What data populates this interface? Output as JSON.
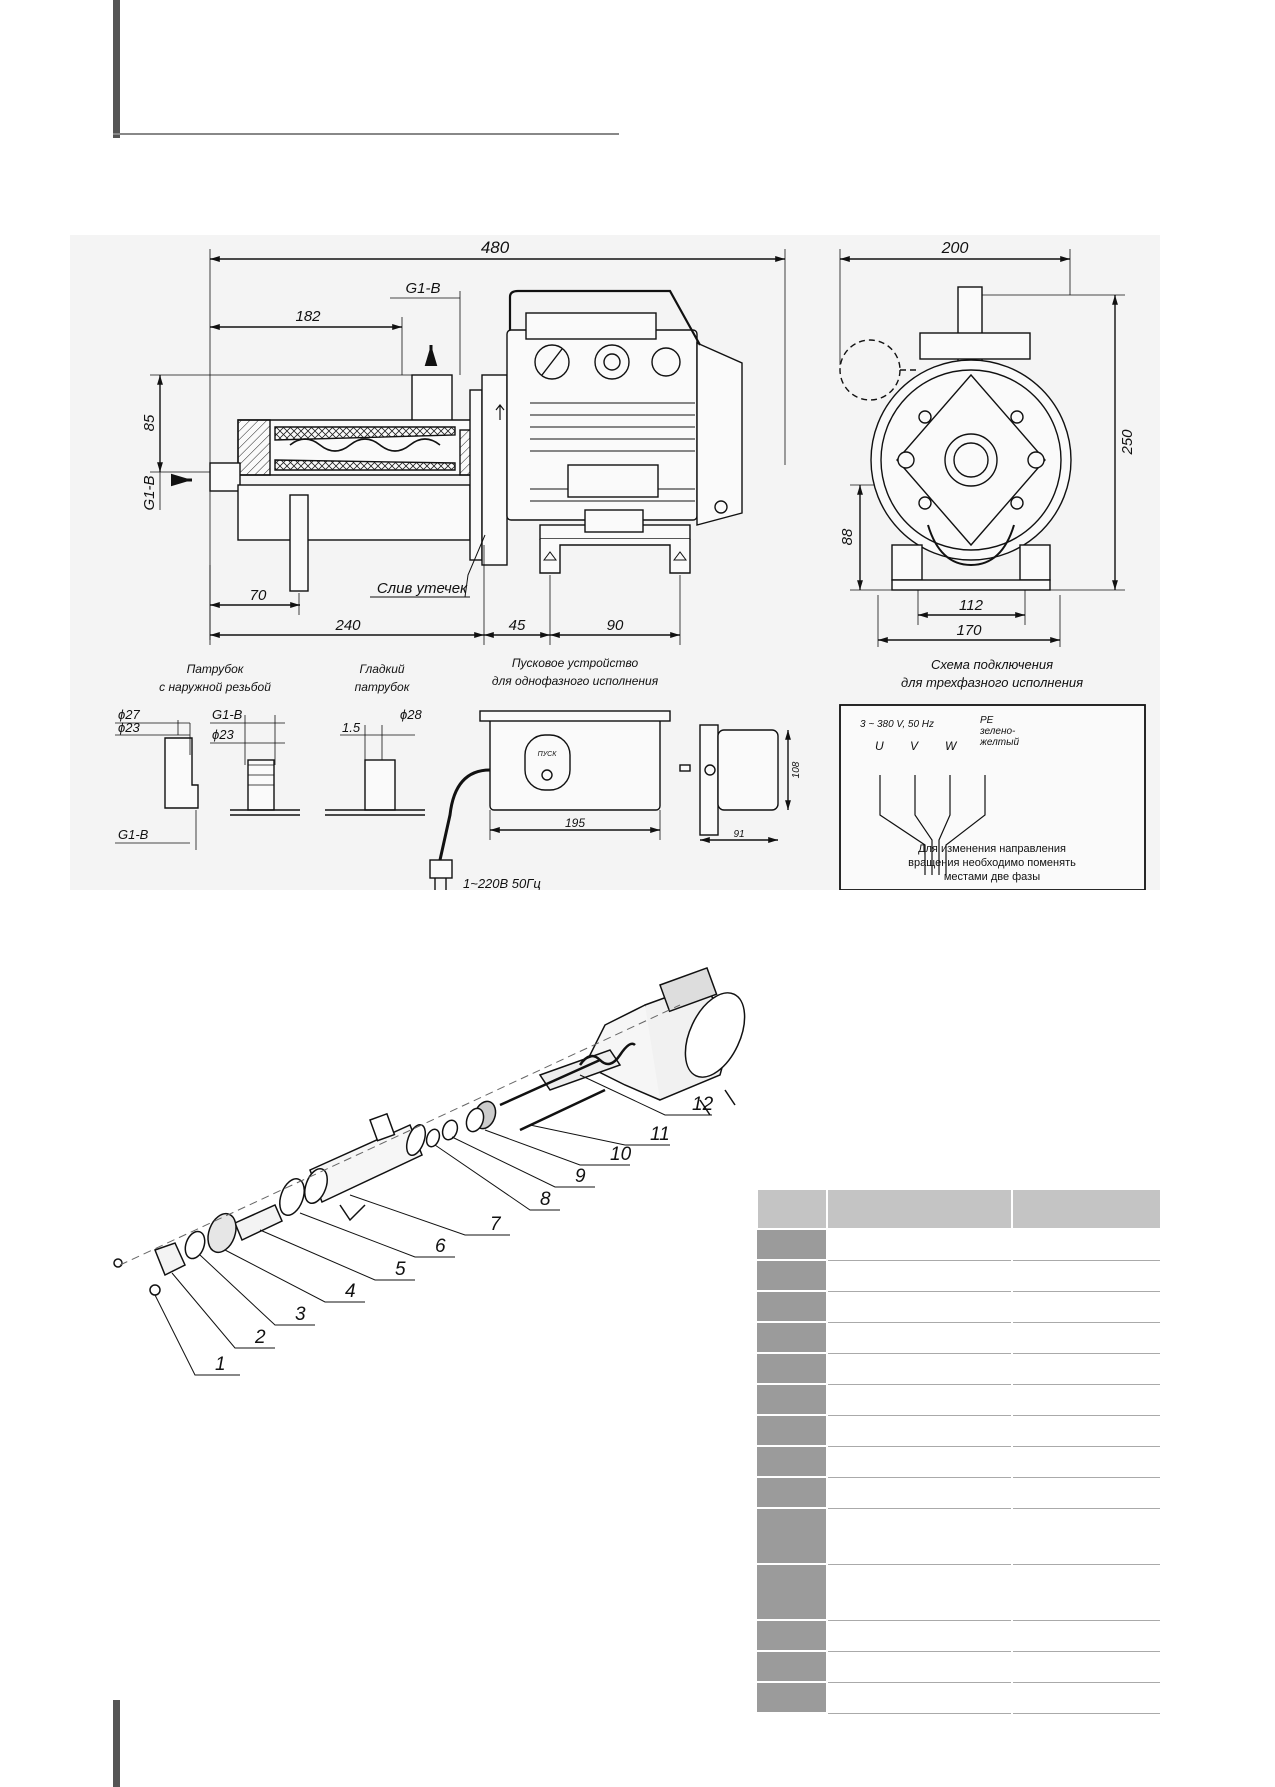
{
  "dimensions": {
    "overall_length": "480",
    "to_outlet": "182",
    "outlet_thread": "G1-B",
    "height_85": "85",
    "inlet_thread": "G1-B",
    "leak_drain": "Слив утечек",
    "d70": "70",
    "d240": "240",
    "d45": "45",
    "d90": "90",
    "width": "200",
    "height": "250",
    "height_88": "88",
    "d112": "112",
    "d170": "170"
  },
  "details": {
    "threaded_title_1": "Патрубок",
    "threaded_title_2": "с наружной резьбой",
    "phi27": "ϕ27",
    "phi23": "ϕ23",
    "g1b_a": "G1-B",
    "phi23_b": "ϕ23",
    "g1b_bottom": "G1-B",
    "smooth_title_1": "Гладкий",
    "smooth_title_2": "патрубок",
    "d1_5": "1.5",
    "phi28": "ϕ28",
    "starter_title_1": "Пусковое устройство",
    "starter_title_2": "для однофазного исполнения",
    "starter_button": "ПУСК",
    "d195": "195",
    "d108": "108",
    "d91": "91",
    "power": "1~220В 50Гц",
    "scheme_title_1": "Схема подключения",
    "scheme_title_2": "для трехфазного исполнения",
    "supply": "3 ~ 380 V, 50 Hz",
    "pe_1": "PE",
    "pe_2": "зелено-",
    "pe_3": "желтый",
    "phase_u": "U",
    "phase_v": "V",
    "phase_w": "W",
    "note_1": "Для изменения направления",
    "note_2": "вращения необходимо поменять",
    "note_3": "местами две фазы"
  },
  "parts": [
    "1",
    "2",
    "3",
    "4",
    "5",
    "6",
    "7",
    "8",
    "9",
    "10",
    "11",
    "12"
  ],
  "table": {
    "rows": 14,
    "tall_rows": [
      9,
      10
    ]
  }
}
